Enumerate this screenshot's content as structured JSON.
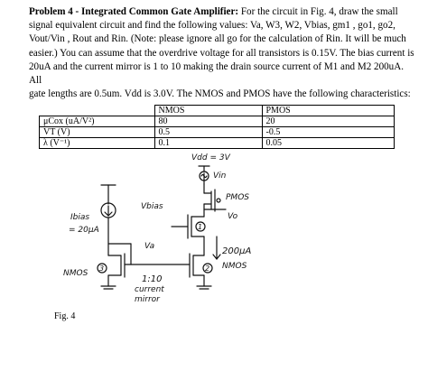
{
  "problem": {
    "heading": "Problem 4 - Integrated Common Gate Amplifier:",
    "line1": " For the circuit in Fig. 4, draw the small",
    "line2": "signal equivalent circuit and find the following values: Va, W3, W2, Vbias, gm1 , go1, go2,",
    "line3": "Vout/Vin , Rout and Rin. (Note: please ignore all go for the calculation of Rin. It will be much",
    "line4": "easier.) You can assume that the overdrive voltage for all transistors is 0.15V. The bias current is",
    "line5": "20uA and the current mirror is 1 to 10 making the drain source current of M1 and M2 200uA. All",
    "line6": "gate lengths are 0.5um. Vdd is 3.0V. The NMOS and PMOS have the following characteristics:"
  },
  "table": {
    "headers": [
      "",
      "NMOS",
      "PMOS"
    ],
    "rows": [
      [
        "μCox (uA/V²)",
        "80",
        "20"
      ],
      [
        "VT (V)",
        "0.5",
        "-0.5"
      ],
      [
        "λ (V⁻¹)",
        "0.1",
        "0.05"
      ]
    ]
  },
  "circuit": {
    "vdd_label": "Vdd = 3V",
    "vin_label": "Vin",
    "pmos_label": "PMOS",
    "vbias_label": "Vbias",
    "vo_label": "Vo",
    "ibias_label": "Ibias",
    "ibias_value": "= 20μA",
    "va_label": "Va",
    "current_label": "200μA",
    "nmos_left_label": "NMOS",
    "nmos_right_label": "NMOS",
    "mirror_ratio": "1:10",
    "mirror_word1": "current",
    "mirror_word2": "mirror",
    "transistor_3": "3",
    "transistor_1": "1",
    "transistor_2": "2"
  },
  "figure_caption": "Fig. 4"
}
